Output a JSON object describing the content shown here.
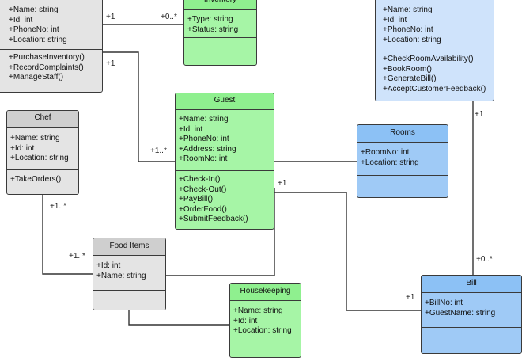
{
  "classes": {
    "staff": {
      "name": "",
      "attributes": [
        "+Name: string",
        "+Id: int",
        "+PhoneNo: int",
        "+Location: string"
      ],
      "methods": [
        "+PurchaseInventory()",
        "+RecordComplaints()",
        "+ManageStaff()"
      ]
    },
    "inventory": {
      "name": "Inventory",
      "attributes": [
        "+Type: string",
        "+Status: string"
      ],
      "methods": []
    },
    "hotel": {
      "name": "",
      "attributes": [
        "+Name: string",
        "+Id: int",
        "+PhoneNo: int",
        "+Location: string"
      ],
      "methods": [
        "+CheckRoomAvailability()",
        "+BookRoom()",
        "+GenerateBill()",
        "+AcceptCustomerFeedback()"
      ]
    },
    "chef": {
      "name": "Chef",
      "attributes": [
        "+Name: string",
        "+Id: int",
        "+Location: string"
      ],
      "methods": [
        "+TakeOrders()"
      ]
    },
    "guest": {
      "name": "Guest",
      "attributes": [
        "+Name: string",
        "+Id: int",
        "+PhoneNo: int",
        "+Address: string",
        "+RoomNo: int"
      ],
      "methods": [
        "+Check-In()",
        "+Check-Out()",
        "+PayBill()",
        "+OrderFood()",
        "+SubmitFeedback()"
      ]
    },
    "rooms": {
      "name": "Rooms",
      "attributes": [
        "+RoomNo: int",
        "+Location: string"
      ],
      "methods": []
    },
    "food": {
      "name": "Food Items",
      "attributes": [
        "+Id: int",
        "+Name: string"
      ],
      "methods": []
    },
    "housekeeping": {
      "name": "Housekeeping",
      "attributes": [
        "+Name: string",
        "+Id: int",
        "+Location: string"
      ],
      "methods": []
    },
    "bill": {
      "name": "Bill",
      "attributes": [
        "+BillNo: int",
        "+GuestName: string"
      ],
      "methods": []
    }
  },
  "multiplicities": {
    "staff_inventory_a": "+1",
    "staff_inventory_b": "+0..*",
    "staff_guest_a": "+1",
    "staff_guest_b": "+1..*",
    "chef_food_a": "+1..*",
    "chef_food_b": "+1..*",
    "guest_bill_a": "+1",
    "guest_bill_b": "+1",
    "hotel_bill_a": "+1",
    "hotel_bill_b": "+0..*"
  }
}
